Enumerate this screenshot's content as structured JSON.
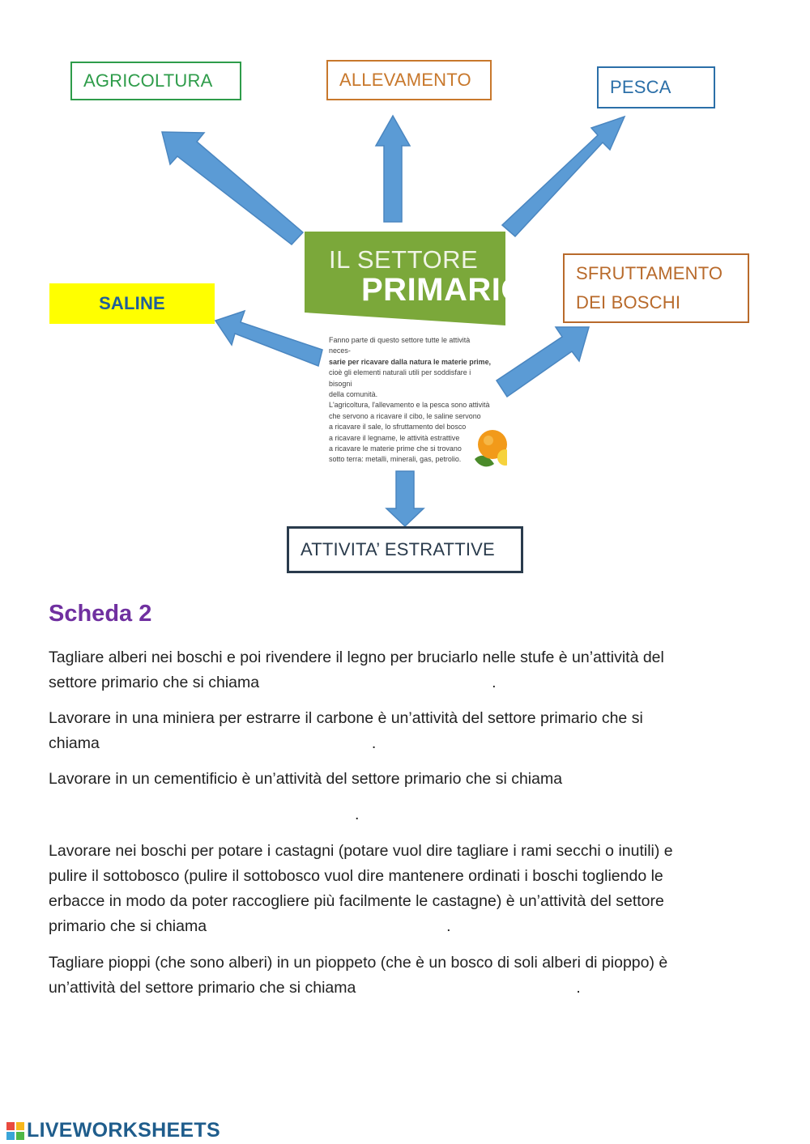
{
  "map": {
    "agricoltura": "AGRICOLTURA",
    "allevamento": "ALLEVAMENTO",
    "pesca": "PESCA",
    "sfruttamento_line1": "SFRUTTAMENTO",
    "sfruttamento_line2": "DEI BOSCHI",
    "saline": "SALINE",
    "attivita_estrattive": "ATTIVITA’ ESTRATTIVE"
  },
  "center": {
    "banner_line1": "IL SETTORE",
    "banner_line2": "PRIMARIO",
    "text_lines": [
      "Fanno parte di questo settore tutte le attività neces-",
      "sarie per ricavare dalla natura le materie prime,",
      "cioè gli elementi naturali utili per soddisfare i bisogni",
      "della comunità.",
      "L'agricoltura, l'allevamento e la pesca sono attività",
      "che servono a ricavare il cibo, le saline servono",
      "a ricavare il sale, lo sfruttamento del bosco",
      "a ricavare il legname, le attività estrattive",
      "a ricavare le materie prime che si trovano",
      "sotto terra: metalli, minerali, gas, petrolio."
    ]
  },
  "scheda": {
    "title": "Scheda 2",
    "q1_line1": "Tagliare alberi nei boschi e poi rivendere il legno per bruciarlo nelle stufe è un’attività del",
    "q1_line2": "settore primario che si chiama",
    "q2_line1": "Lavorare in una miniera per estrarre il carbone è un’attività del settore primario che si",
    "q2_line2": "chiama",
    "q3_line1": "Lavorare in un cementificio è un’attività del settore primario che si chiama",
    "q4_line1": "Lavorare nei boschi per potare i castagni (potare vuol dire tagliare i rami secchi o inutili) e",
    "q4_line2": "pulire il sottobosco (pulire il sottobosco vuol dire mantenere ordinati i boschi togliendo le",
    "q4_line3": "erbacce in modo da poter raccogliere più facilmente le castagne) è un’attività del settore",
    "q4_line4": "primario che si chiama",
    "q5_line1": "Tagliare pioppi (che sono alberi) in un pioppeto (che è un bosco di soli alberi di pioppo) è",
    "q5_line2": "un’attività del settore primario che si chiama",
    "dot": "."
  },
  "footer": {
    "brand": "LIVEWORKSHEETS"
  },
  "colors": {
    "arrow": "#5b9bd5",
    "arrow_stroke": "#3f7fbf",
    "banner_green": "#7ba83a",
    "title_purple": "#7030a0"
  }
}
